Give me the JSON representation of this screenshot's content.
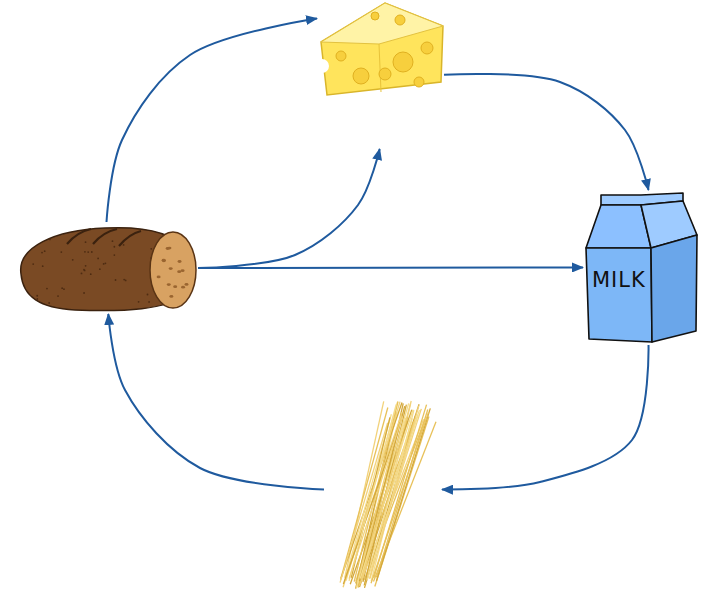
{
  "diagram": {
    "nodes": [
      {
        "text": []
      },
      {
        "text": []
      },
      {
        "text": [
          "MILK"
        ]
      },
      {
        "text": []
      }
    ],
    "edges": [
      {
        "from": 1,
        "to": 0,
        "arrow": "to"
      },
      {
        "from": 1,
        "to": 0,
        "arrow": "to"
      },
      {
        "from": 1,
        "to": 2,
        "arrow": "to"
      },
      {
        "from": 0,
        "to": 2,
        "arrow": "to"
      },
      {
        "from": 2,
        "to": 3,
        "arrow": "to"
      },
      {
        "from": 3,
        "to": 1,
        "arrow": "to"
      }
    ]
  }
}
